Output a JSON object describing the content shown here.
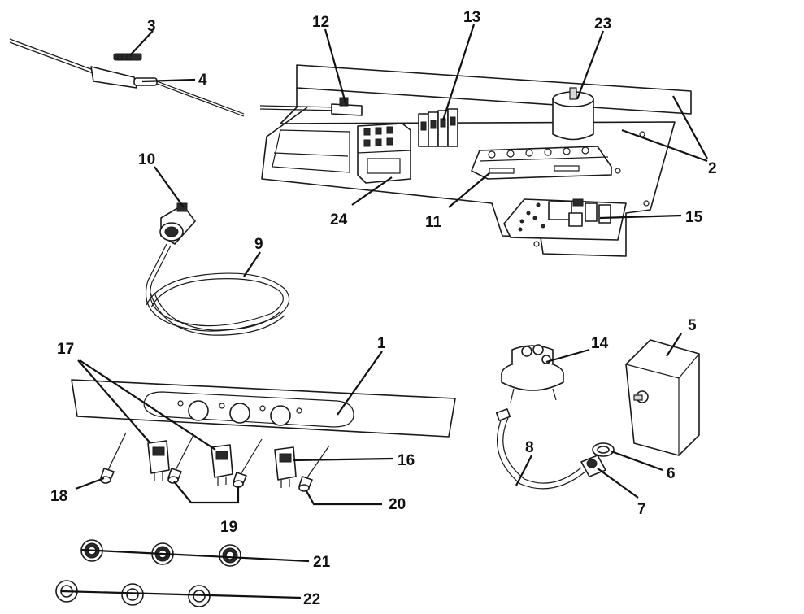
{
  "diagram": {
    "type": "exploded-parts-view",
    "callouts": [
      {
        "id": "c1",
        "label": "1"
      },
      {
        "id": "c2",
        "label": "2"
      },
      {
        "id": "c3",
        "label": "3"
      },
      {
        "id": "c4",
        "label": "4"
      },
      {
        "id": "c5",
        "label": "5"
      },
      {
        "id": "c6",
        "label": "6"
      },
      {
        "id": "c7",
        "label": "7"
      },
      {
        "id": "c8",
        "label": "8"
      },
      {
        "id": "c9",
        "label": "9"
      },
      {
        "id": "c10",
        "label": "10"
      },
      {
        "id": "c11",
        "label": "11"
      },
      {
        "id": "c12",
        "label": "12"
      },
      {
        "id": "c13",
        "label": "13"
      },
      {
        "id": "c14",
        "label": "14"
      },
      {
        "id": "c15",
        "label": "15"
      },
      {
        "id": "c16",
        "label": "16"
      },
      {
        "id": "c17",
        "label": "17"
      },
      {
        "id": "c18",
        "label": "18"
      },
      {
        "id": "c19",
        "label": "19"
      },
      {
        "id": "c20",
        "label": "20"
      },
      {
        "id": "c21",
        "label": "21"
      },
      {
        "id": "c22",
        "label": "22"
      },
      {
        "id": "c23",
        "label": "23"
      },
      {
        "id": "c24",
        "label": "24"
      }
    ]
  }
}
